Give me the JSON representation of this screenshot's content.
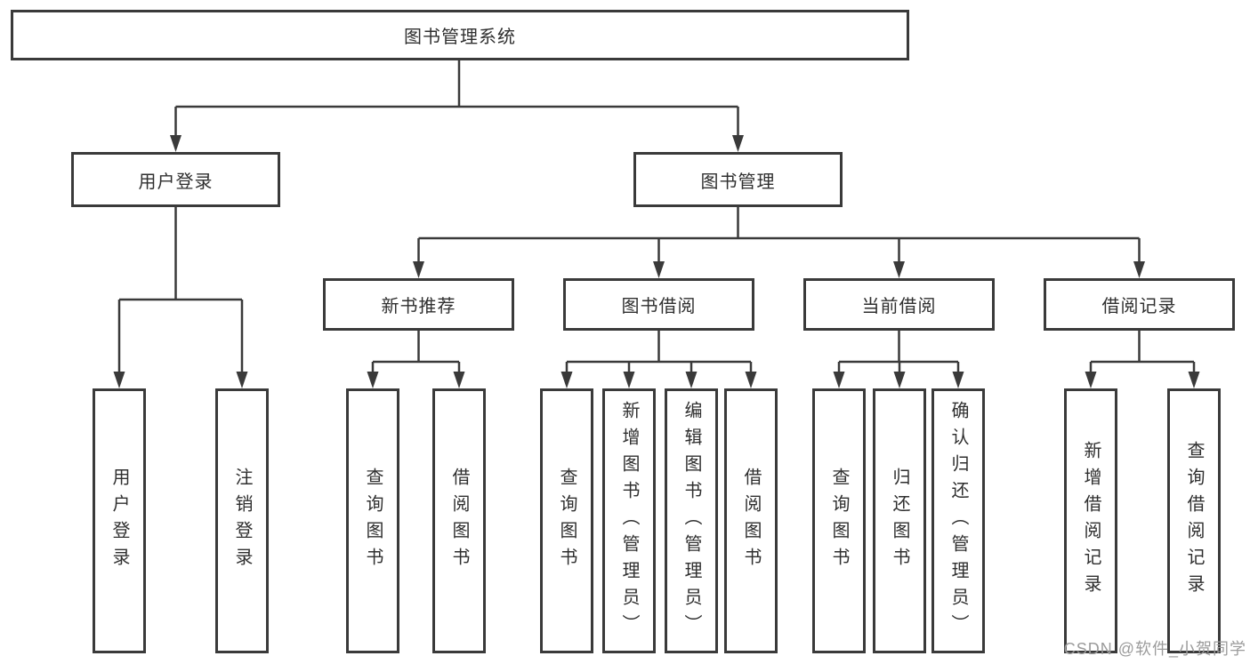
{
  "colors": {
    "line": "#3a3a3a",
    "text": "#2f2f2f",
    "watermark": "#9b9b9b",
    "background": "#ffffff"
  },
  "diagram": {
    "type": "tree",
    "root": {
      "label": "图书管理系统",
      "children": [
        {
          "label": "用户登录",
          "children": [
            {
              "label": "用户登录"
            },
            {
              "label": "注销登录"
            }
          ]
        },
        {
          "label": "图书管理",
          "children": [
            {
              "label": "新书推荐",
              "children": [
                {
                  "label": "查询图书"
                },
                {
                  "label": "借阅图书"
                }
              ]
            },
            {
              "label": "图书借阅",
              "children": [
                {
                  "label": "查询图书"
                },
                {
                  "label": "新增图书（管理员）"
                },
                {
                  "label": "编辑图书（管理员）"
                },
                {
                  "label": "借阅图书"
                }
              ]
            },
            {
              "label": "当前借阅",
              "children": [
                {
                  "label": "查询图书"
                },
                {
                  "label": "归还图书"
                },
                {
                  "label": "确认归还（管理员）"
                }
              ]
            },
            {
              "label": "借阅记录",
              "children": [
                {
                  "label": "新增借阅记录"
                },
                {
                  "label": "查询借阅记录"
                }
              ]
            }
          ]
        }
      ]
    }
  },
  "watermark": "CSDN @软件_小贺同学"
}
